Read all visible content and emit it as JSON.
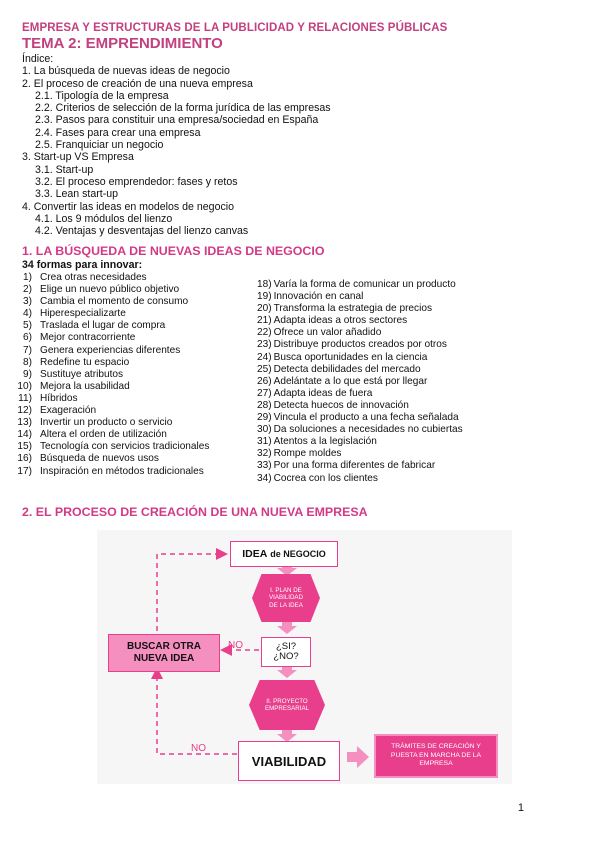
{
  "header": {
    "subject": "EMPRESA Y ESTRUCTURAS DE LA PUBLICIDAD Y RELACIONES PÚBLICAS",
    "title": "TEMA 2: EMPRENDIMIENTO"
  },
  "index": {
    "label": "Índice:",
    "items": [
      {
        "text": "1. La búsqueda de nuevas ideas de negocio",
        "level": 1
      },
      {
        "text": "2. El proceso de creación de una nueva empresa",
        "level": 1
      },
      {
        "text": "2.1. Tipología de la empresa",
        "level": 2
      },
      {
        "text": "2.2. Criterios de selección de la forma jurídica de las empresas",
        "level": 2
      },
      {
        "text": "2.3. Pasos para constituir una empresa/sociedad en España",
        "level": 2
      },
      {
        "text": "2.4. Fases para crear una empresa",
        "level": 2
      },
      {
        "text": "2.5. Franquiciar un negocio",
        "level": 2
      },
      {
        "text": "3. Start-up VS Empresa",
        "level": 1
      },
      {
        "text": "3.1. Start-up",
        "level": 2
      },
      {
        "text": "3.2. El proceso emprendedor: fases y retos",
        "level": 2
      },
      {
        "text": "3.3. Lean start-up",
        "level": 2
      },
      {
        "text": "4. Convertir las ideas en modelos de negocio",
        "level": 1
      },
      {
        "text": "4.1. Los 9 módulos del lienzo",
        "level": 2
      },
      {
        "text": "4.2. Ventajas y desventajas del lienzo canvas",
        "level": 2
      }
    ]
  },
  "section1": {
    "title": "1. LA BÚSQUEDA DE NUEVAS IDEAS DE NEGOCIO",
    "subheading": "34 formas para innovar:",
    "col1": [
      {
        "n": "1)",
        "t": "Crea otras necesidades"
      },
      {
        "n": "2)",
        "t": "Elige un nuevo público objetivo"
      },
      {
        "n": "3)",
        "t": "Cambia el momento de consumo"
      },
      {
        "n": "4)",
        "t": "Hiperespecializarte"
      },
      {
        "n": "5)",
        "t": "Traslada el lugar de compra"
      },
      {
        "n": "6)",
        "t": "Mejor contracorriente"
      },
      {
        "n": "7)",
        "t": "Genera experiencias diferentes"
      },
      {
        "n": "8)",
        "t": "Redefine tu espacio"
      },
      {
        "n": "9)",
        "t": "Sustituye atributos"
      },
      {
        "n": "10)",
        "t": "Mejora la usabilidad"
      },
      {
        "n": "11)",
        "t": "Híbridos"
      },
      {
        "n": "12)",
        "t": "Exageración"
      },
      {
        "n": "13)",
        "t": "Invertir un producto o servicio"
      },
      {
        "n": "14)",
        "t": "Altera el orden de utilización"
      },
      {
        "n": "15)",
        "t": "Tecnología con servicios tradicionales"
      },
      {
        "n": "16)",
        "t": "Búsqueda de nuevos usos"
      },
      {
        "n": "17)",
        "t": "Inspiración en métodos tradicionales"
      }
    ],
    "col2": [
      {
        "n": "18)",
        "t": "Varía la forma de comunicar un producto"
      },
      {
        "n": "19)",
        "t": "Innovación en canal"
      },
      {
        "n": "20)",
        "t": "Transforma la estrategia de precios"
      },
      {
        "n": "21)",
        "t": "Adapta ideas a otros sectores"
      },
      {
        "n": "22)",
        "t": "Ofrece un valor añadido"
      },
      {
        "n": "23)",
        "t": "Distribuye productos creados por otros"
      },
      {
        "n": "24)",
        "t": "Busca oportunidades en la ciencia"
      },
      {
        "n": "25)",
        "t": "Detecta debilidades del mercado"
      },
      {
        "n": "26)",
        "t": "Adelántate a lo que está por llegar"
      },
      {
        "n": "27)",
        "t": "Adapta ideas de fuera"
      },
      {
        "n": "28)",
        "t": "Detecta huecos de innovación"
      },
      {
        "n": "29)",
        "t": "Vincula el producto a una fecha señalada"
      },
      {
        "n": "30)",
        "t": "Da soluciones a necesidades no cubiertas"
      },
      {
        "n": "31)",
        "t": "Atentos a la legislación"
      },
      {
        "n": "32)",
        "t": "Rompe moldes"
      },
      {
        "n": "33)",
        "t": "Por una forma diferentes de fabricar"
      },
      {
        "n": "34)",
        "t": "Cocrea con los clientes"
      }
    ]
  },
  "section2": {
    "title": "2. EL PROCESO DE CREACIÓN DE UNA NUEVA EMPRESA",
    "diagram": {
      "idea": {
        "a": "IDEA",
        "b": "de NEGOCIO"
      },
      "plan": "I. PLAN DE VIABILIDAD DE LA IDEA",
      "question": "¿SI? ¿NO?",
      "proyecto": "II. PROYECTO EMPRESARIAL",
      "viabilidad": "VIABILIDAD",
      "buscar": "BUSCAR OTRA NUEVA IDEA",
      "tramites": "TRÁMITES DE CREACIÓN Y PUESTA EN MARCHA DE LA EMPRESA",
      "no_upper": "NO",
      "no_lower": "NO"
    }
  },
  "page_number": "1",
  "colors": {
    "accent": "#c2407f",
    "pink": "#e83e8c",
    "light_pink": "#f48fc0"
  }
}
